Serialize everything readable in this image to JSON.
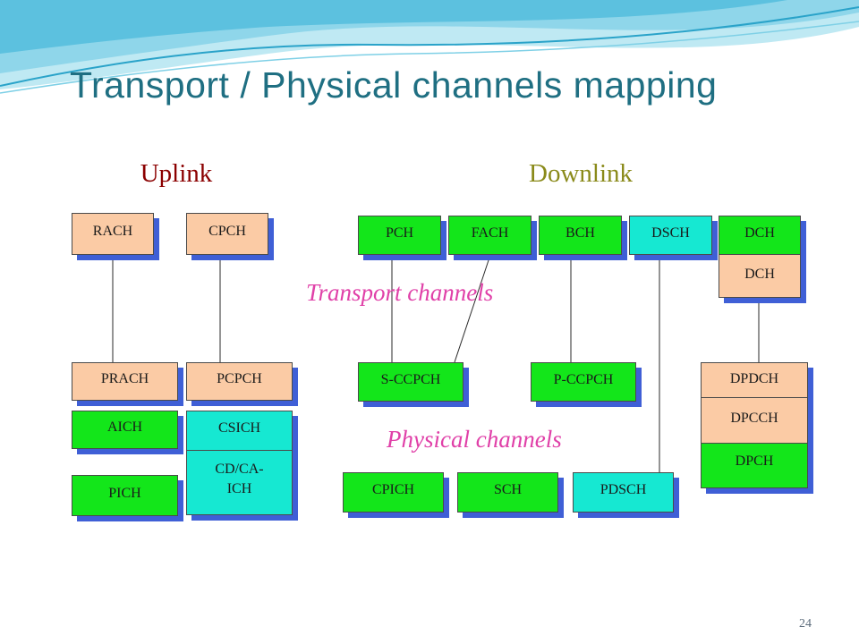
{
  "title": "Transport / Physical channels mapping",
  "sections": {
    "uplink": "Uplink",
    "downlink": "Downlink"
  },
  "labels": {
    "transport": "Transport channels",
    "physical": "Physical channels"
  },
  "colors": {
    "title": "#1f6f82",
    "uplink": "#8b0000",
    "downlink": "#8a8a1a",
    "label": "#e040a8",
    "orange": "#fbcba5",
    "green": "#13e61a",
    "cyan": "#16e8d2",
    "shadow": "#3f5fd6"
  },
  "channels": {
    "rach": "RACH",
    "cpch": "CPCH",
    "pch": "PCH",
    "fach": "FACH",
    "bch": "BCH",
    "dsch": "DSCH",
    "dch_top": "DCH",
    "dch_bottom": "DCH",
    "prach": "PRACH",
    "pcpch": "PCPCH",
    "aich": "AICH",
    "csich": "CSICH",
    "cdca_ich": "CD/CA-\nICH",
    "pich": "PICH",
    "sccpch": "S-CCPCH",
    "pccpch": "P-CCPCH",
    "dpdch": "DPDCH",
    "dpcch": "DPCCH",
    "dpch": "DPCH",
    "cpich": "CPICH",
    "sch": "SCH",
    "pdsch": "PDSCH"
  },
  "page_number": "24"
}
